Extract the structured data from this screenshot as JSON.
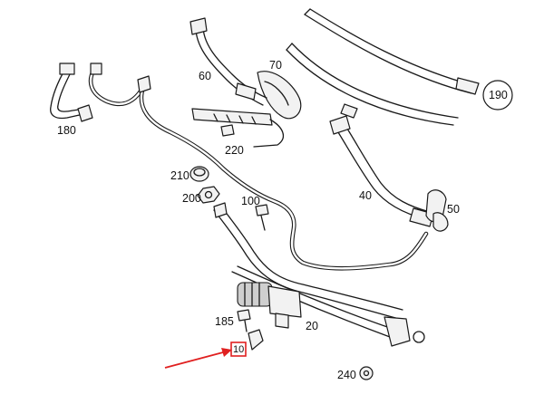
{
  "diagram": {
    "part_numbers": {
      "p10": "10",
      "p20": "20",
      "p40": "40",
      "p50": "50",
      "p60": "60",
      "p70": "70",
      "p100": "100",
      "p180": "180",
      "p185": "185",
      "p190": "190",
      "p200": "200",
      "p210": "210",
      "p220": "220",
      "p240": "240"
    },
    "highlight": {
      "part": "10",
      "color": "#e02020"
    },
    "line_color": "#1a1a1a"
  }
}
